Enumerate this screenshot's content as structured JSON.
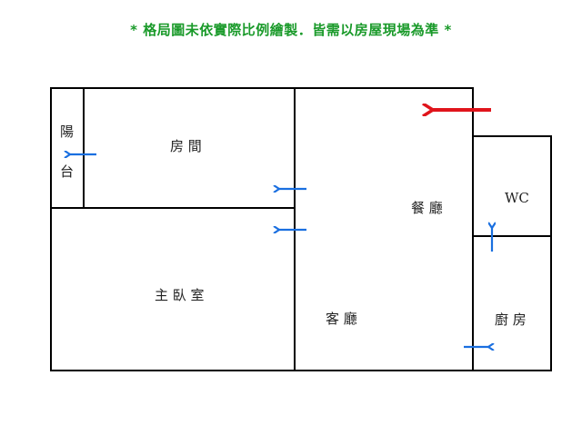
{
  "notice": "* 格局圖未依實際比例繪製．皆需以房屋現場為準 *",
  "rooms": {
    "balcony_line1": "陽",
    "balcony_line2": "台",
    "bedroom": "房 間",
    "master_bedroom": "主 臥 室",
    "dining_room": "餐 廳",
    "living_room": "客 廳",
    "wc": "WC",
    "kitchen": "廚 房"
  },
  "colors": {
    "notice": "#1a9a2a",
    "entrance_arrow": "#e0141b",
    "door_arrow": "#1a6fe0",
    "wall": "#000000"
  }
}
